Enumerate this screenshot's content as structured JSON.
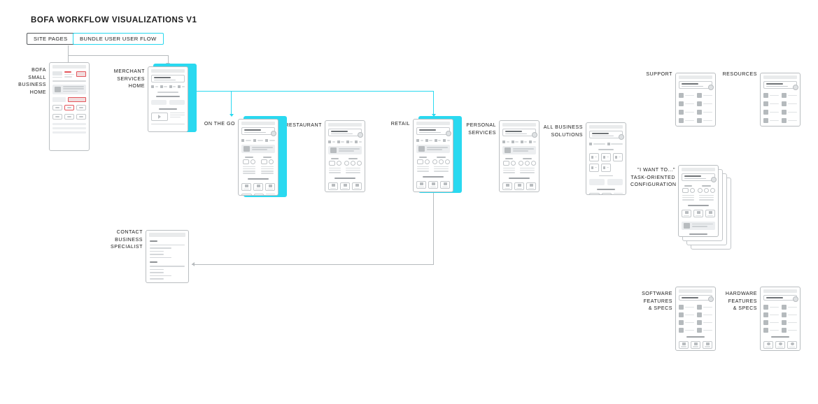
{
  "header": {
    "title": "BOFA WORKFLOW VISUALIZATIONS V1",
    "tabs": [
      {
        "label": "SITE PAGES",
        "active": false
      },
      {
        "label": "BUNDLE USER USER FLOW",
        "active": true
      }
    ]
  },
  "colors": {
    "accent_cyan": "#2ad9f0",
    "node_border": "#b9bdc0",
    "connector": "#b7bbbe",
    "red_accent": "#e4545a",
    "text": "#1b1b1b"
  },
  "nodes": {
    "bofa_home": {
      "label": "BOFA\nSMALL\nBUSINESS\nHOME"
    },
    "merchant_services": {
      "label": "MERCHANT\nSERVICES\nHOME"
    },
    "on_the_go": {
      "label": "ON THE GO"
    },
    "restaurant": {
      "label": "RESTAURANT"
    },
    "retail": {
      "label": "RETAIL"
    },
    "personal_services": {
      "label": "PERSONAL\nSERVICES"
    },
    "all_business_solutions": {
      "label": "ALL BUSINESS\nSOLUTIONS"
    },
    "support": {
      "label": "SUPPORT"
    },
    "resources": {
      "label": "RESOURCES"
    },
    "i_want_to": {
      "label": "\"I WANT TO...\"\nTASK-ORIENTED\nCONFIGURATION"
    },
    "software_features": {
      "label": "SOFTWARE\nFEATURES\n& SPECS"
    },
    "hardware_features": {
      "label": "HARDWARE\nFEATURES\n& SPECS"
    },
    "contact_specialist": {
      "label": "CONTACT\nBUSINESS\nSPECIALIST"
    }
  }
}
